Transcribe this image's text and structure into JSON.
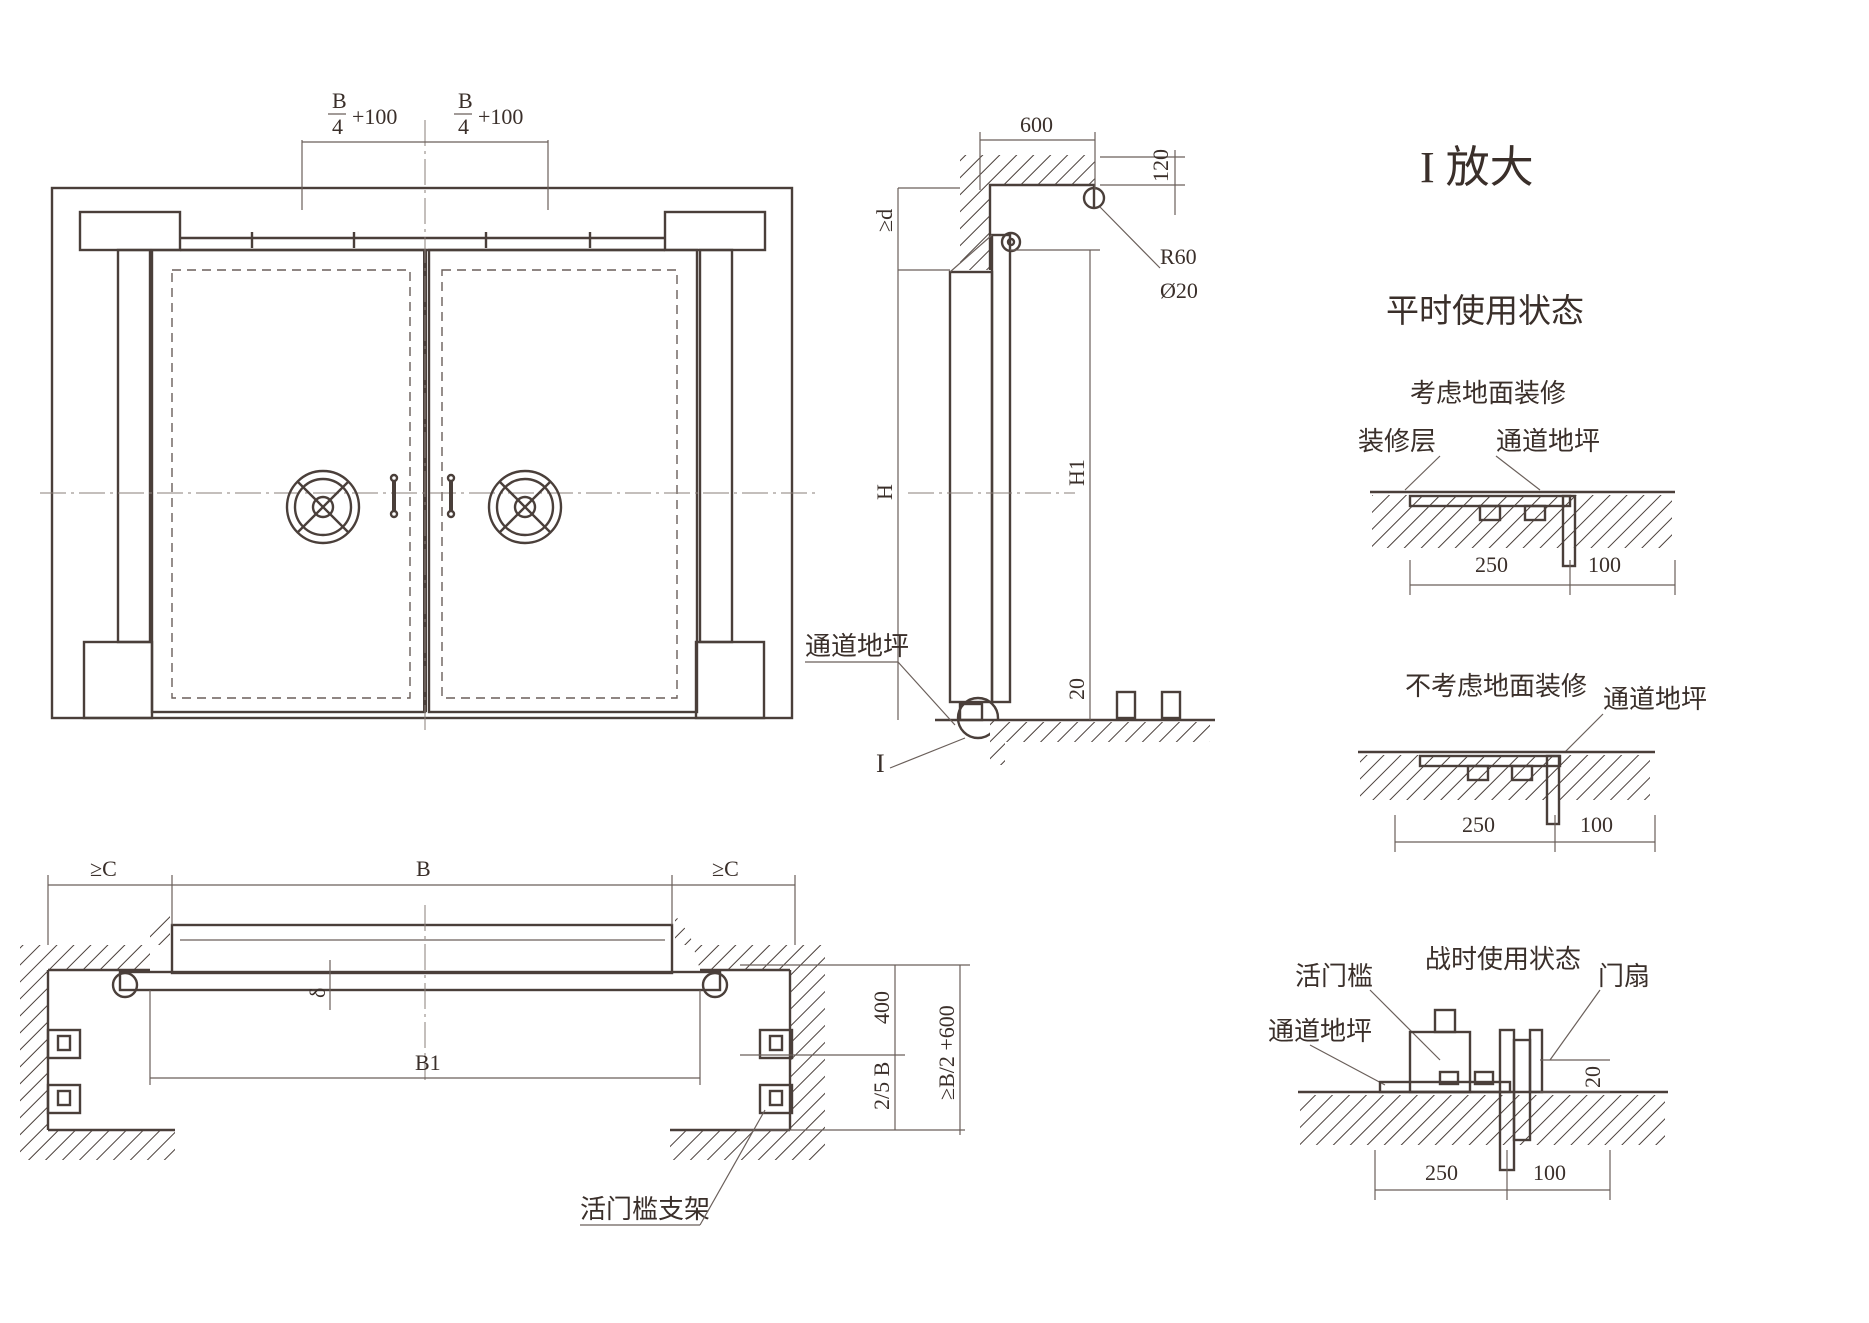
{
  "front_view": {
    "dim_b4_left_num": "B",
    "dim_b4_left_den": "4",
    "dim_b4_left_suffix": "+100",
    "dim_b4_right_num": "B",
    "dim_b4_right_den": "4",
    "dim_b4_right_suffix": "+100"
  },
  "side_view": {
    "dim_top": "600",
    "dim_120": "120",
    "dim_d": "≥d",
    "r60": "R60",
    "phi20": "Ø20",
    "dim_H": "H",
    "dim_H1": "H1",
    "dim_20": "20",
    "label_floor": "通道地坪",
    "label_I": "I"
  },
  "plan_view": {
    "dim_left_c": "≥C",
    "dim_b": "B",
    "dim_right_c": "≥C",
    "dim_delta": "δ",
    "dim_b1": "B1",
    "dim_400": "400",
    "dim_25b": "2/5 B",
    "dim_b2": "≥B/2 +600",
    "label_support": "活门槛支架"
  },
  "detail": {
    "title": "I 放大",
    "state_normal": "平时使用状态",
    "case1_title": "考虑地面装修",
    "case1_label_finish": "装修层",
    "case1_label_floor": "通道地坪",
    "case1_dim_250": "250",
    "case1_dim_100": "100",
    "case2_title": "不考虑地面装修",
    "case2_label_floor": "通道地坪",
    "case2_dim_250": "250",
    "case2_dim_100": "100",
    "state_war": "战时使用状态",
    "war_label_sill": "活门槛",
    "war_label_leaf": "门扇",
    "war_label_floor": "通道地坪",
    "war_dim_20": "20",
    "war_dim_250": "250",
    "war_dim_100": "100"
  }
}
